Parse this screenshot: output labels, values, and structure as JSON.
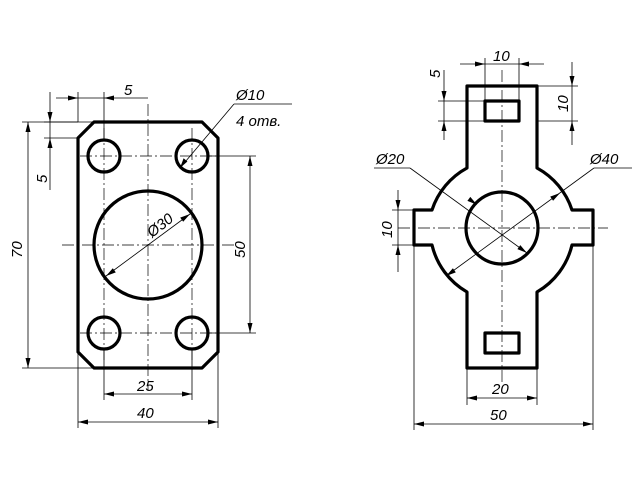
{
  "left_part": {
    "dims": {
      "top_offset": "5",
      "hole_dia": "Ø10",
      "hole_count": "4 отв.",
      "left_offset": "5",
      "height": "70",
      "center_dia": "Ø30",
      "hole_span_v": "50",
      "hole_span_h": "25",
      "width": "40"
    }
  },
  "right_part": {
    "dims": {
      "slot_depth": "5",
      "slot_width": "10",
      "top_tab": "10",
      "small_dia": "Ø20",
      "large_dia": "Ø40",
      "side_tab": "10",
      "bottom_width": "20",
      "overall_width": "50"
    }
  }
}
